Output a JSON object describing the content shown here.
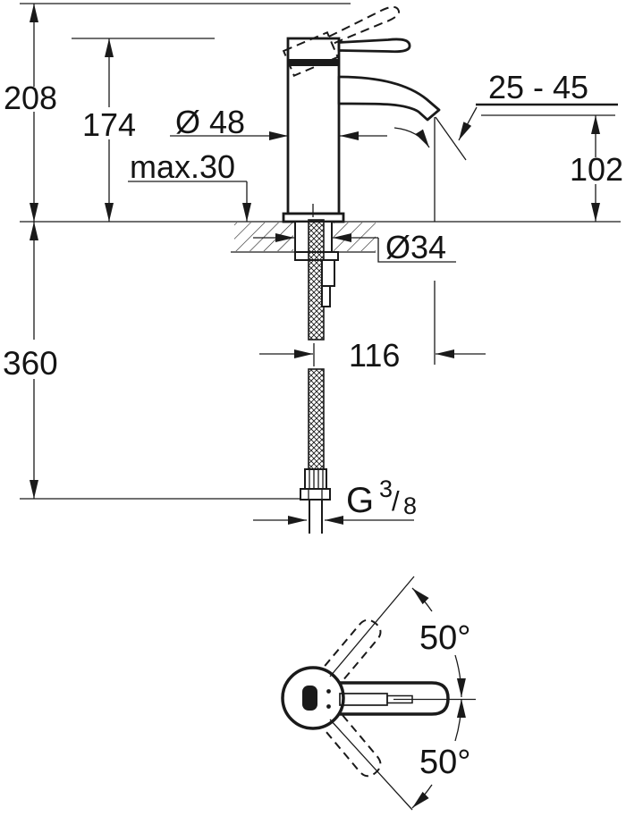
{
  "drawing": {
    "side_view": {
      "total_height": "208",
      "body_height": "174",
      "body_diameter": "Ø 48",
      "max_mounting_thickness": "max.30",
      "spout_to_rim_range": "25 - 45",
      "outlet_height": "102",
      "shank_diameter": "Ø34",
      "hose_length": "360",
      "spout_projection": "116",
      "thread": {
        "letter": "G",
        "numerator": "3",
        "slash": "/",
        "denominator": "8"
      }
    },
    "top_view": {
      "handle_swing_up": "50°",
      "handle_swing_down": "50°"
    },
    "colors": {
      "line": "#1a1a1a",
      "background": "#ffffff"
    }
  }
}
